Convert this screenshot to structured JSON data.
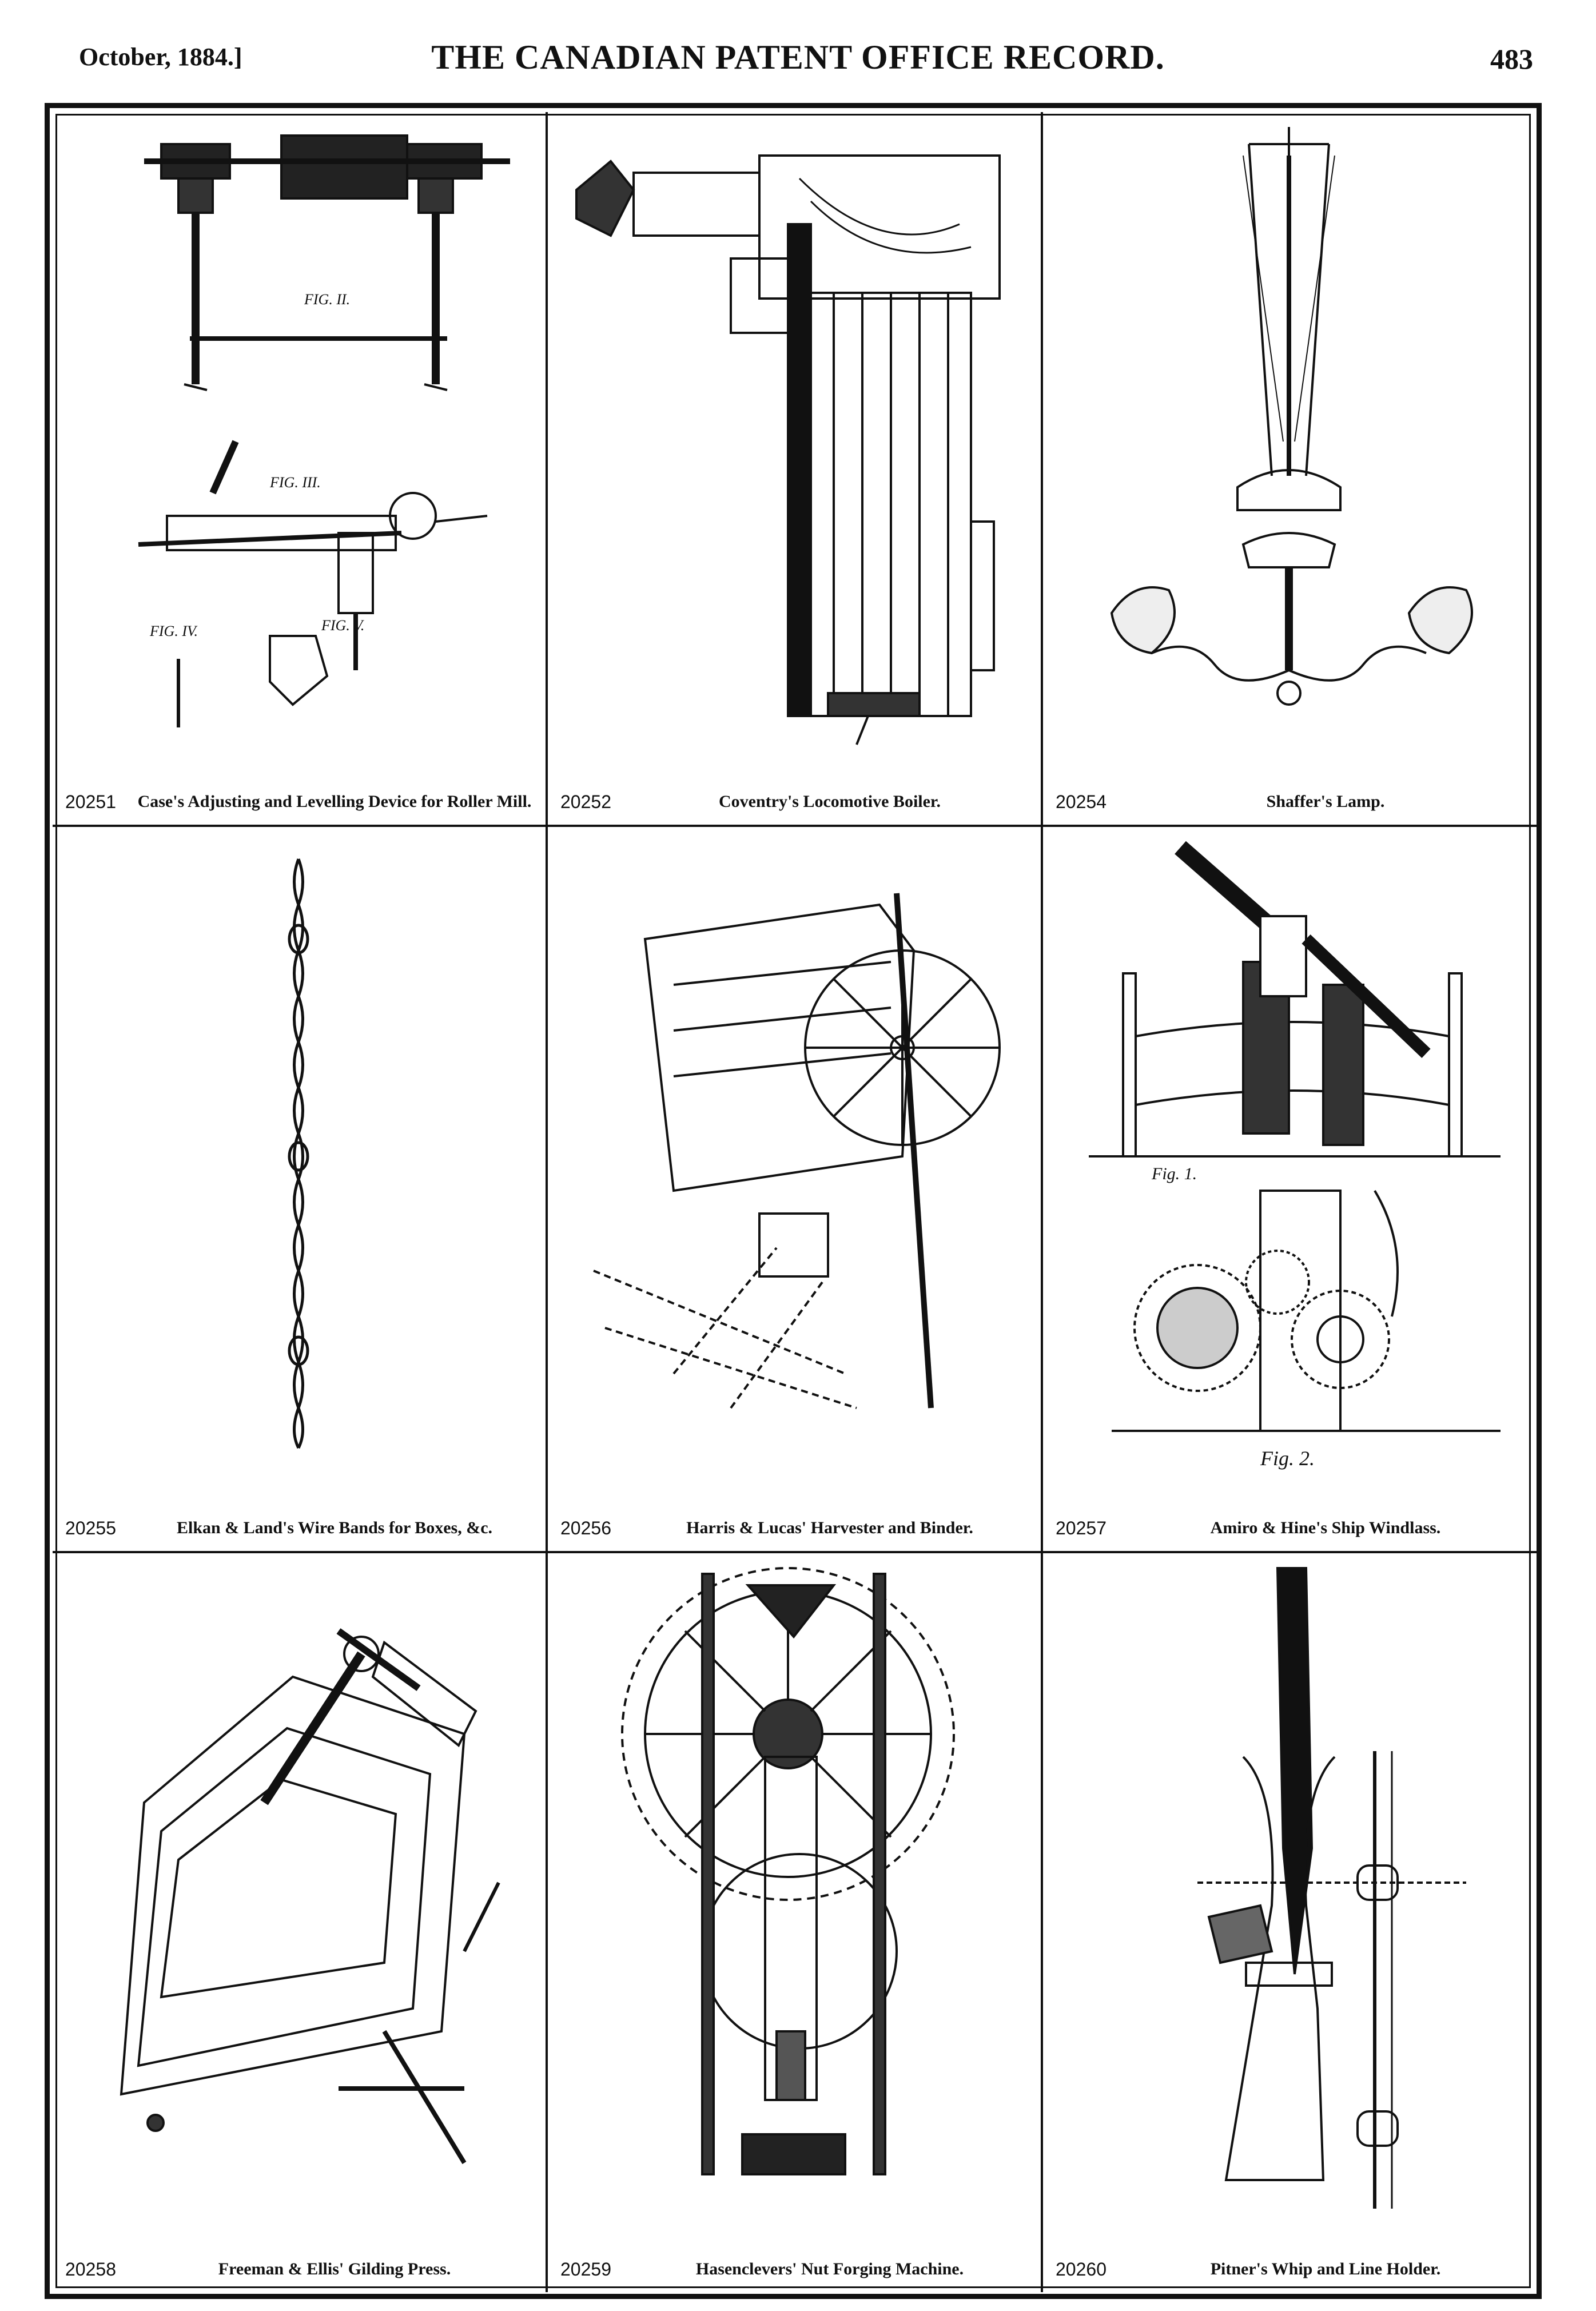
{
  "header": {
    "date": "October, 1884.]",
    "title": "THE CANADIAN PATENT OFFICE RECORD.",
    "page": "483"
  },
  "patents": [
    {
      "number": "20251",
      "title": "Case's Adjusting and Levelling Device for Roller Mill.",
      "figure": "roller-mill-adjusting-device-drawing"
    },
    {
      "number": "20252",
      "title": "Coventry's Locomotive Boiler.",
      "figure": "locomotive-boiler-drawing"
    },
    {
      "number": "20254",
      "title": "Shaffer's Lamp.",
      "figure": "hanging-lamp-drawing"
    },
    {
      "number": "20255",
      "title": "Elkan & Land's Wire Bands for Boxes, &c.",
      "figure": "twisted-wire-band-drawing"
    },
    {
      "number": "20256",
      "title": "Harris & Lucas' Harvester and Binder.",
      "figure": "harvester-binder-drawing"
    },
    {
      "number": "20257",
      "title": "Amiro & Hine's Ship Windlass.",
      "figure": "ship-windlass-drawing"
    },
    {
      "number": "20258",
      "title": "Freeman & Ellis' Gilding Press.",
      "figure": "gilding-press-drawing"
    },
    {
      "number": "20259",
      "title": "Hasenclevers' Nut Forging Machine.",
      "figure": "nut-forging-machine-drawing"
    },
    {
      "number": "20260",
      "title": "Pitner's Whip and Line Holder.",
      "figure": "whip-line-holder-drawing"
    }
  ],
  "figure_labels": {
    "fig_II": "FIG. II.",
    "fig_III": "FIG. III.",
    "fig_IV": "FIG. IV.",
    "fig_V": "FIG. V.",
    "windlass_fig1": "Fig. 1.",
    "windlass_fig2": "Fig. 2."
  }
}
